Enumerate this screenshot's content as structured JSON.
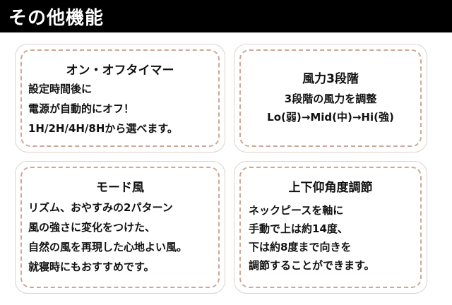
{
  "header": {
    "title": "その他機能"
  },
  "cards": [
    {
      "title": "オン・オフタイマー",
      "lines": [
        "設定時間後に",
        "電源が自動的にオフ！",
        "1H/2H/4H/8Hから選べます。"
      ]
    },
    {
      "title": "風力3段階",
      "lines": [
        "3段階の風力を調整",
        "Lo(弱)→Mid(中)→Hi(強)"
      ]
    },
    {
      "title": "モード風",
      "lines": [
        "リズム、おやすみの2パターン",
        "風の強さに変化をつけた、",
        "自然の風を再現した心地よい風。",
        "就寝時にもおすすめです。"
      ]
    },
    {
      "title": "上下仰角度調節",
      "lines": [
        "ネックピースを軸に",
        "手動で上は約14度、",
        "下は約8度まで向きを",
        "調節することができます。"
      ]
    }
  ]
}
